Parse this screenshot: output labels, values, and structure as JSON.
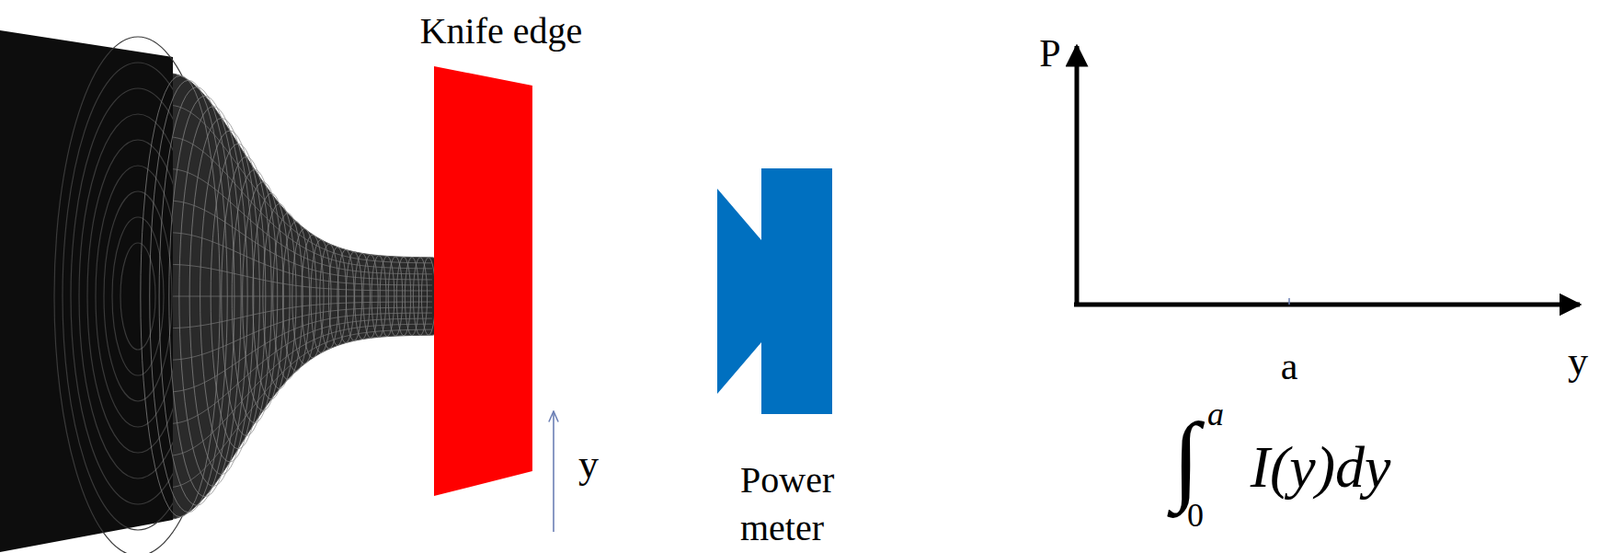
{
  "diagram": {
    "nodes": [
      {
        "text": [
          "Knife edge"
        ]
      },
      {
        "text": [
          "Power meter"
        ]
      }
    ],
    "labels": [
      "y",
      "P",
      "a",
      "y",
      "∫",
      "a",
      "0",
      "I(y)dy"
    ]
  }
}
